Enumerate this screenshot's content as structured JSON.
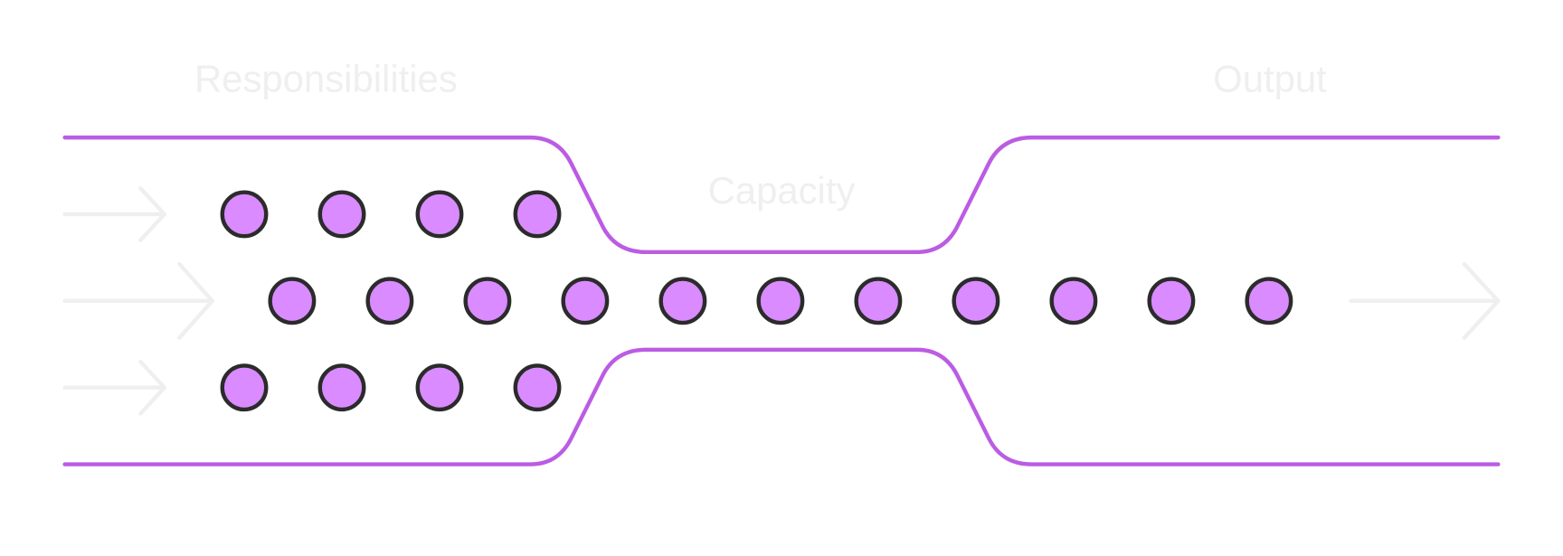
{
  "labels": {
    "responsibilities": "Responsibilities",
    "capacity": "Capacity",
    "output": "Output"
  },
  "colors": {
    "pipe": "#bb5ce3",
    "dot_fill": "#d98bff",
    "dot_stroke": "#2b2b2b",
    "arrow": "#efefef",
    "label": "#efefef"
  },
  "dots": {
    "top_row_count": 4,
    "middle_row_count": 11,
    "bottom_row_count": 4
  }
}
